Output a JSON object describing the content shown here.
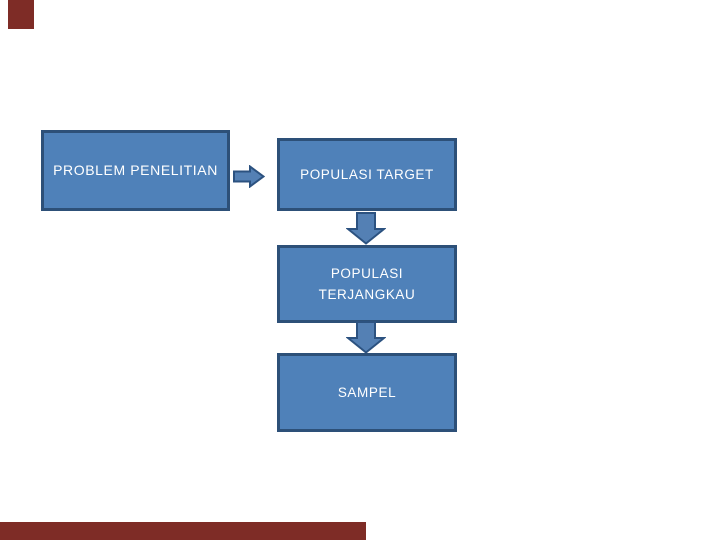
{
  "colors": {
    "box_fill": "#4f81b9",
    "box_border": "#2d5078",
    "arrow_fill": "#5480b4",
    "arrow_stroke": "#2c5280",
    "label_text": "#ffffff",
    "accent_red": "#7e2c26",
    "background": "#ffffff"
  },
  "nodes": {
    "problem": {
      "label": "PROBLEM PENELITIAN"
    },
    "populasi_target": {
      "label": "POPULASI TARGET"
    },
    "populasi_terjangkau": {
      "line1": "POPULASI",
      "line2": "TERJANGKAU"
    },
    "sampel": {
      "label": "SAMPEL"
    }
  },
  "icons": {
    "flow_right": "arrow-right-icon",
    "flow_down": "arrow-down-icon"
  }
}
